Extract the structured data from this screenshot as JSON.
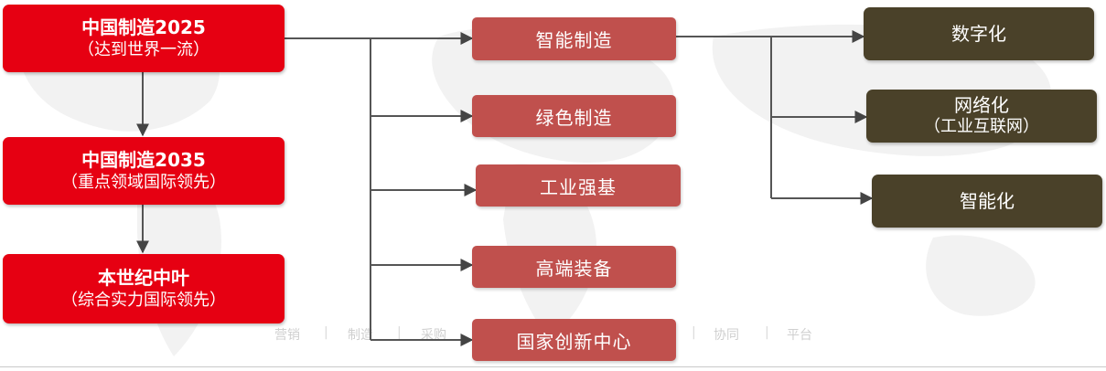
{
  "stages": [
    {
      "title": "中国制造2025",
      "subtitle": "（达到世界一流）"
    },
    {
      "title": "中国制造2035",
      "subtitle": "（重点领域国际领先）"
    },
    {
      "title": "本世纪中叶",
      "subtitle": "（综合实力国际领先）"
    }
  ],
  "initiatives": [
    "智能制造",
    "绿色制造",
    "工业强基",
    "高端装备",
    "国家创新中心"
  ],
  "outcomes": [
    {
      "title": "数字化",
      "subtitle": ""
    },
    {
      "title": "网络化",
      "subtitle": "（工业互联网）"
    },
    {
      "title": "智能化",
      "subtitle": ""
    }
  ],
  "background_labels": [
    "营销",
    "制造",
    "采购",
    "协同",
    "平台"
  ],
  "colors": {
    "stage_red": "#e60012",
    "initiative_red": "#c0504d",
    "outcome_brown": "#4a4129",
    "connector": "#555555"
  }
}
